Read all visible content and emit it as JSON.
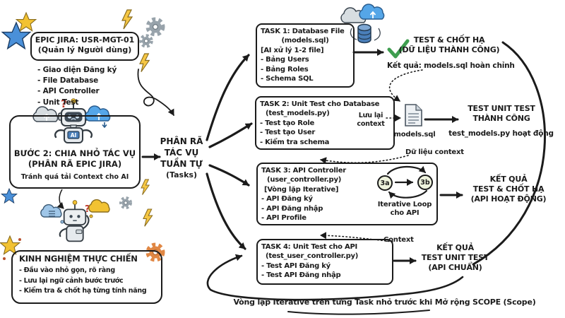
{
  "colors": {
    "ink": "#1b1b1b",
    "yellow": "#f2c232",
    "blue_star": "#4a90d9",
    "gear_gray": "#98a3ab",
    "gear_orange": "#e08744",
    "check_green": "#3e9e4f",
    "cloud_blue": "#55a6e8",
    "db_blue": "#4a7fba"
  },
  "decor": {
    "ai_badge": "AI",
    "question_mark": "?"
  },
  "epic": {
    "title1": "EPIC JIRA: USR-MGT-01",
    "title2": "(Quản lý Người dùng)",
    "items": [
      "- Giao diện Đăng ký",
      "- File Database",
      "- API Controller",
      "- Unit Test"
    ]
  },
  "step2": {
    "title1": "BƯỚC 2: CHIA NHỎ TÁC VỤ",
    "title2": "(PHÂN RÃ EPIC JIRA)",
    "note": "Tránh quá tải Context cho AI"
  },
  "experience": {
    "title": "KINH NGHIỆM THỰC CHIẾN",
    "items": [
      "- Đầu vào nhỏ gọn, rõ ràng",
      "- Lưu lại ngữ cảnh bước trước",
      "- Kiểm tra & chốt hạ từng tính năng"
    ]
  },
  "decompose": {
    "l1": "PHÂN RÃ",
    "l2": "TÁC VỤ",
    "l3": "TUẦN TỰ",
    "l4": "(Tasks)"
  },
  "task1": {
    "title": "TASK 1: Database File",
    "sub": "(models.sql)",
    "tag": "[AI xử lý 1-2 file]",
    "items": [
      "- Bảng Users",
      "- Bảng Roles",
      "- Schema SQL"
    ]
  },
  "task2": {
    "title": "TASK 2: Unit Test cho Database",
    "sub": "(test_models.py)",
    "items": [
      "- Test tạo Role",
      "- Test tạo User",
      "- Kiểm tra schema"
    ]
  },
  "task3": {
    "title": "TASK 3: API Controller",
    "sub": "(user_controller.py)",
    "tag": "[Vòng lặp Iterative]",
    "items": [
      "- API Đăng ký",
      "- API Đăng nhập",
      "- API Profile"
    ],
    "loop": {
      "a": "3a",
      "b": "3b",
      "cap1": "Iterative Loop",
      "cap2": "cho API"
    }
  },
  "task4": {
    "title": "TASK 4: Unit Test cho API",
    "sub": "(test_user_controller.py)",
    "items": [
      "- Test API Đăng ký",
      "- Test API Đăng nhập"
    ]
  },
  "result1": {
    "l1": "TEST & CHỐT HẠ",
    "l2": "(DỮ LIỆU THÀNH CÔNG)",
    "note": "Kết quả: models.sql hoàn chỉnh"
  },
  "result2": {
    "l1": "TEST UNIT TEST",
    "l2": "THÀNH CÔNG",
    "note": "test_models.py hoạt động"
  },
  "result3": {
    "l1": "KẾT QUẢ",
    "l2": "TEST & CHỐT HẠ",
    "l3": "(API HOẠT ĐỘNG)"
  },
  "result4": {
    "l1": "KẾT QUẢ",
    "l2": "TEST UNIT TEST",
    "l3": "(API CHUẨN)"
  },
  "annotations": {
    "save_context": "Lưu lại context",
    "file_label": "models.sql",
    "data_context": "Dữ liệu context",
    "context": "Context"
  },
  "footer": {
    "note": "Vòng lặp Iterative trên từng Task nhỏ trước khi Mở rộng SCOPE (Scope)"
  }
}
